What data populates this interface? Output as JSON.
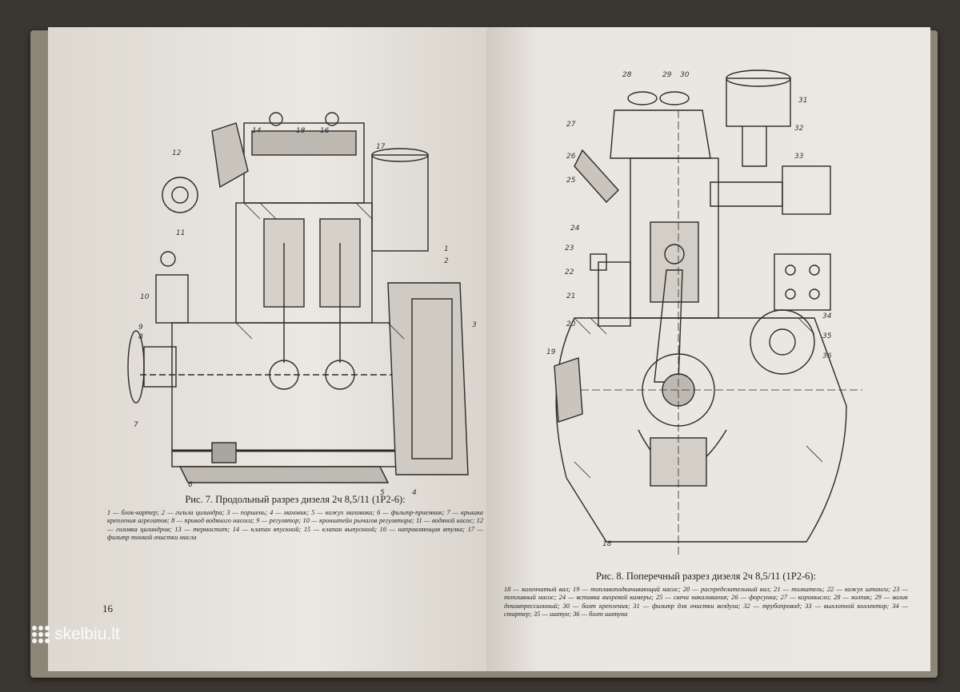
{
  "left_page": {
    "figure_labels": [
      "12",
      "14",
      "18",
      "16",
      "17",
      "11",
      "1",
      "2",
      "10",
      "9",
      "8",
      "3",
      "7",
      "6",
      "5",
      "4"
    ],
    "caption_title": "Рис. 7. Продольный разрез дизеля 2ч 8,5/11 (1Р2-6):",
    "caption_body": "1 — блок-картер; 2 — гильза цилиндра; 3 — поршень; 4 — маховик; 5 — кожух маховика; 6 — фильтр-приемник; 7 — крышка крепления агрегатов; 8 — привод водяного насоса; 9 — регулятор; 10 — кронштейн рычагов регулятора; 11 — водяной насос; 12 — головка цилиндров; 13 — термостат; 14 — клапан впускной; 15 — клапан выпускной; 16 — направляющая втулка; 17 — фильтр тонкой очистки масла",
    "page_number": "16"
  },
  "right_page": {
    "figure_labels": [
      "28",
      "29",
      "30",
      "31",
      "27",
      "32",
      "26",
      "33",
      "25",
      "24",
      "23",
      "22",
      "21",
      "20",
      "19",
      "34",
      "35",
      "36",
      "18"
    ],
    "caption_title": "Рис. 8. Поперечный разрез дизеля 2ч 8,5/11 (1Р2-6):",
    "caption_body": "18 — коленчатый вал; 19 — топливоподкачивающий насос; 20 — распределительный вал; 21 — толкатель; 22 — кожух штанги; 23 — топливный насос; 24 — вставка вихревой камеры; 25 — свеча накаливания; 26 — форсунка; 27 — коромысло; 28 — колпак; 29 — валик декомпрессионный; 30 — болт крепления; 31 — фильтр для очистки воздуха; 32 — трубопровод; 33 — выхлопной коллектор; 34 — стартер; 35 — шатун; 36 — болт шатуна"
  },
  "watermark": "skelbiu.lt"
}
